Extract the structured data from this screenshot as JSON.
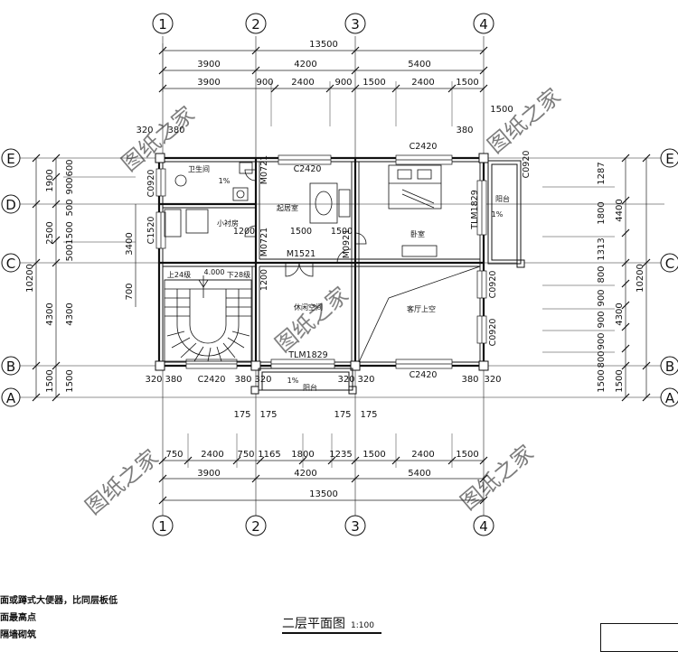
{
  "plan": {
    "axes_vertical": [
      "1",
      "2",
      "3",
      "4"
    ],
    "axes_horizontal": [
      "A",
      "B",
      "C",
      "D",
      "E"
    ],
    "top_dims": {
      "total": "13500",
      "row1": [
        "3900",
        "4200",
        "5400"
      ],
      "row2": [
        "3900",
        "900",
        "2400",
        "900",
        "1500",
        "2400",
        "1500"
      ],
      "small_left": "320",
      "small_left2": "380",
      "small_right": "1500",
      "small_right2": "380"
    },
    "bottom_dims": {
      "row1": [
        "750",
        "2400",
        "750",
        "1165",
        "1800",
        "1235",
        "1500",
        "2400",
        "1500"
      ],
      "row2": [
        "3900",
        "4200",
        "5400"
      ],
      "total": "13500",
      "small": [
        "175",
        "175",
        "175",
        "175"
      ]
    },
    "left_dims": {
      "outer_total": "10200",
      "outer": [
        "1900",
        "2500",
        "4300",
        "1500"
      ],
      "inner": [
        "900",
        "500",
        "1500",
        "500",
        "4300",
        "1500"
      ],
      "inner_top": "600",
      "side": "3400",
      "side2": "700",
      "small": [
        "320",
        "320",
        "380",
        "320"
      ]
    },
    "right_dims": {
      "outer_total": "10200",
      "outer": [
        "4400",
        "4300",
        "1500"
      ],
      "inner": [
        "1287",
        "1800",
        "1313",
        "800",
        "900",
        "900",
        "900",
        "800",
        "1500"
      ],
      "small": [
        "320",
        "380",
        "320",
        "380"
      ]
    },
    "rooms": {
      "bathroom": "卫生间",
      "slope1": "1%",
      "living": "起居室",
      "bedroom": "卧室",
      "kitchen": "小衬房",
      "balcony_r": "阳台",
      "slope_r": "1%",
      "leisure": "休闲空间",
      "void": "客厅上空",
      "balcony_b": "阳台",
      "slope_b": "1%",
      "stair_up": "上24级",
      "stair_level": "4.000",
      "stair_down": "下28级"
    },
    "codes": {
      "c_top_mid": "C2420",
      "c_top_right": "C2420",
      "c_bottom_left": "C2420",
      "c_bottom_right": "C2420",
      "c_left": "C0920",
      "c_left2": "C1520",
      "m1": "M0721",
      "m2": "M0721",
      "m_mid": "M1521",
      "m_right": "M0921",
      "tlm_right": "TLM1829",
      "tlm_bottom": "TLM1829",
      "c_right1": "C0920",
      "c_right2": "C0920",
      "c_right3": "C0920",
      "dims_inner": [
        "1200",
        "1500",
        "1500",
        "1200"
      ]
    },
    "watermark": "图纸之家"
  },
  "notes": {
    "line1": "面或蹲式大便器，比同层板低",
    "line2": "面最高点",
    "line3": "隔墙砌筑"
  },
  "title": {
    "name": "二层平面图",
    "scale": "1:100"
  }
}
